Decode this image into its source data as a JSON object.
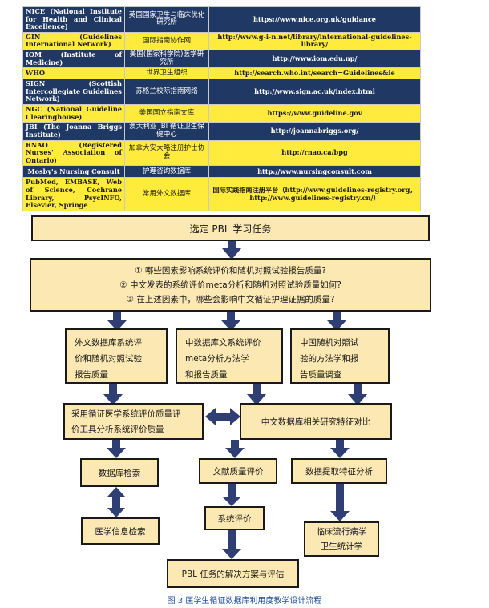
{
  "table": {
    "rows": [
      {
        "name": "NICE (National Institute for Health and Clinical Excellence)",
        "cn": "英国国家卫生与临床优化研究所",
        "url": "https://www.nice.org.uk/guidance"
      },
      {
        "name": "GIN (Guidelines International Network)",
        "cn": "国际指南协作网",
        "url": "http://www.g-i-n.net/library/international-guidelines-library/"
      },
      {
        "name": "IOM (Institute of Medicine)",
        "cn": "美国(国家科学院)医学研究所",
        "url": "http://www.iom.edu.np/"
      },
      {
        "name": "WHO",
        "cn": "世界卫生组织",
        "url": "http://search.who.int/search=Guidelines&ie"
      },
      {
        "name": "SIGN (Scottish Intercollegiate Guidelines Network)",
        "cn": "苏格兰校际指南网络",
        "url": "http://www.sign.ac.uk/index.html"
      },
      {
        "name": "NGC (National Guideline Clearinghouse)",
        "cn": "美国国立指南文库",
        "url": "https://www.guideline.gov"
      },
      {
        "name": "JBI (The Joanna Briggs Institute)",
        "cn": "澳大利亚 JBI 循证卫生保健中心",
        "url": "http://joannabriggs.org/"
      },
      {
        "name": "RNAO (Registered Nurses' Association of Ontario)",
        "cn": "加拿大安大略注册护士协会",
        "url": "http://rnao.ca/bpg"
      },
      {
        "name": "Mosby's Nursing Consult",
        "cn": "护理咨询数据库",
        "url": "http://www.nursingconsult.com"
      },
      {
        "name": "PubMed, EMBASE, Web of Science, Cochrane Library, PsycINFO, Elsevier, Springe",
        "cn": "常用外文数据库",
        "url": "国际实践指南注册平台（http://www.guidelines-registry.org，http://www.guidelines-registry.cn/）"
      }
    ]
  },
  "flow": {
    "title": "选定 PBL 学习任务",
    "questions": [
      "①  哪些因素影响系统评价和随机对照试验报告质量?",
      "②  中文发表的系统评价meta分析和随机对照试验质量如何?",
      "③  在上述因素中，哪些会影响中文循证护理证据的质量?"
    ],
    "col1": [
      "外文数据库系统评",
      "价和随机对照试验",
      "报告质量"
    ],
    "col2": [
      "中数据库文系统评价",
      "meta分析方法学",
      "和报告质量"
    ],
    "col3": [
      "中国随机对照试",
      "验的方法学和报",
      "告质量调查"
    ],
    "left_tool": [
      "采用循证医学系统评价质量评",
      "价工具分析系统评价质量"
    ],
    "right_compare": "中文数据库相关研究特征对比",
    "db_search": "数据库检索",
    "med_info": "医学信息检索",
    "lit_quality": "文献质量评价",
    "sys_review": "系统评价",
    "data_extract": "数据提取特征分析",
    "clinical_epi": [
      "临床流行病学",
      "卫生统计学"
    ],
    "final": "PBL 任务的解决方案与评估"
  },
  "caption": "图 3 医学生循证数据库利用度教学设计流程",
  "colors": {
    "navy": "#1f3864",
    "yellow": "#ffeb3b",
    "box_fill": "#fce8b2",
    "arrow": "#2f3f73",
    "caption": "#1f4e9b"
  }
}
